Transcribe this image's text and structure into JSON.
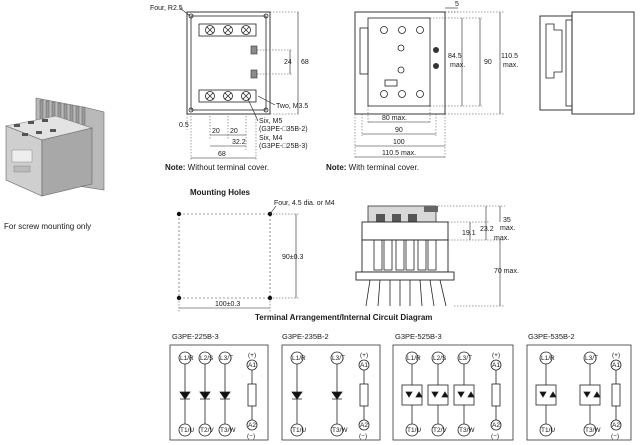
{
  "caption_screw": "For screw mounting only",
  "outline": {
    "four_r": "Four, R2.5",
    "dim_24": "24",
    "dim_68": "68",
    "two_m35": "Two, M3.5",
    "dim_05": "0.5",
    "dim_20a": "20",
    "dim_20b": "20",
    "dim_322": "32.2",
    "dim_68b": "68",
    "six_m5": "Six, M5",
    "m5_model": "(G3PE-□35B-2)",
    "six_m4": "Six, M4",
    "m4_model": "(G3PE-□25B-3)",
    "note_label": "Note:",
    "note_text": " Without terminal cover."
  },
  "outline2": {
    "dim_5": "5",
    "dim_845": "84.5",
    "max": "max.",
    "dim_90": "90",
    "dim_1105": "110.5",
    "max2": "max.",
    "dim_80": "80 max.",
    "dim_90b": "90",
    "dim_100": "100",
    "dim_1105b": "110.5 max.",
    "note_label": "Note:",
    "note_text": " With terminal cover."
  },
  "mounting": {
    "title": "Mounting Holes",
    "holes_label": "Four, 4.5 dia. or M4",
    "dim_90": "90±0.3",
    "dim_100": "100±0.3"
  },
  "side": {
    "dim_35": "35",
    "max": "max.",
    "dim_191": "19.1",
    "dim_232": "23.2",
    "max2": "max.",
    "dim_70": "70 max."
  },
  "terminal_title": "Terminal Arrangement/Internal Circuit Diagram",
  "diagrams": [
    {
      "model": "G3PE-225B-3",
      "top": [
        "L1/R",
        "L2/S",
        "L3/T"
      ],
      "bottom": [
        "T1/U",
        "T2/V",
        "T3/W"
      ],
      "plus": "(+)",
      "a1": "A1",
      "a2": "A2",
      "minus": "(−)"
    },
    {
      "model": "G3PE-235B-2",
      "top": [
        "L1/R",
        "L3/T"
      ],
      "bottom": [
        "T1/U",
        "T3/W"
      ],
      "plus": "(+)",
      "a1": "A1",
      "a2": "A2",
      "minus": "(−)"
    },
    {
      "model": "G3PE-525B-3",
      "top": [
        "L1/R",
        "L2/S",
        "L3/T"
      ],
      "bottom": [
        "T1/U",
        "T2/V",
        "T3/W"
      ],
      "plus": "(+)",
      "a1": "A1",
      "a2": "A2",
      "minus": "(−)"
    },
    {
      "model": "G3PE-535B-2",
      "top": [
        "L1/R",
        "L3/T"
      ],
      "bottom": [
        "T1/U",
        "T3/W"
      ],
      "plus": "(+)",
      "a1": "A1",
      "a2": "A2",
      "minus": "(−)"
    }
  ]
}
